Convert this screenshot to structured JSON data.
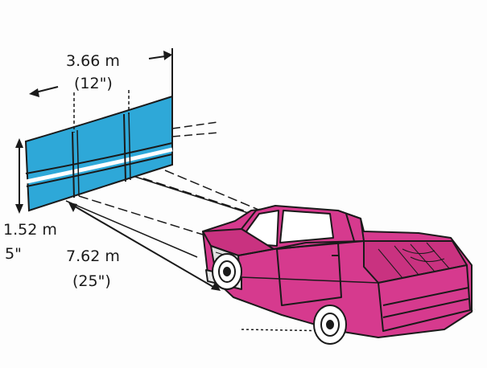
{
  "colors": {
    "screen": "#2ea8d8",
    "truck": "#d63a8e",
    "ink": "#1a1a1a",
    "background": "#fdfdfd"
  },
  "dimensions": {
    "width_metric": "3.66 m",
    "width_imperial": "(12\")",
    "height_metric": "1.52 m",
    "height_imperial": "5\"",
    "distance_metric": "7.62 m",
    "distance_imperial": "(25\")"
  }
}
